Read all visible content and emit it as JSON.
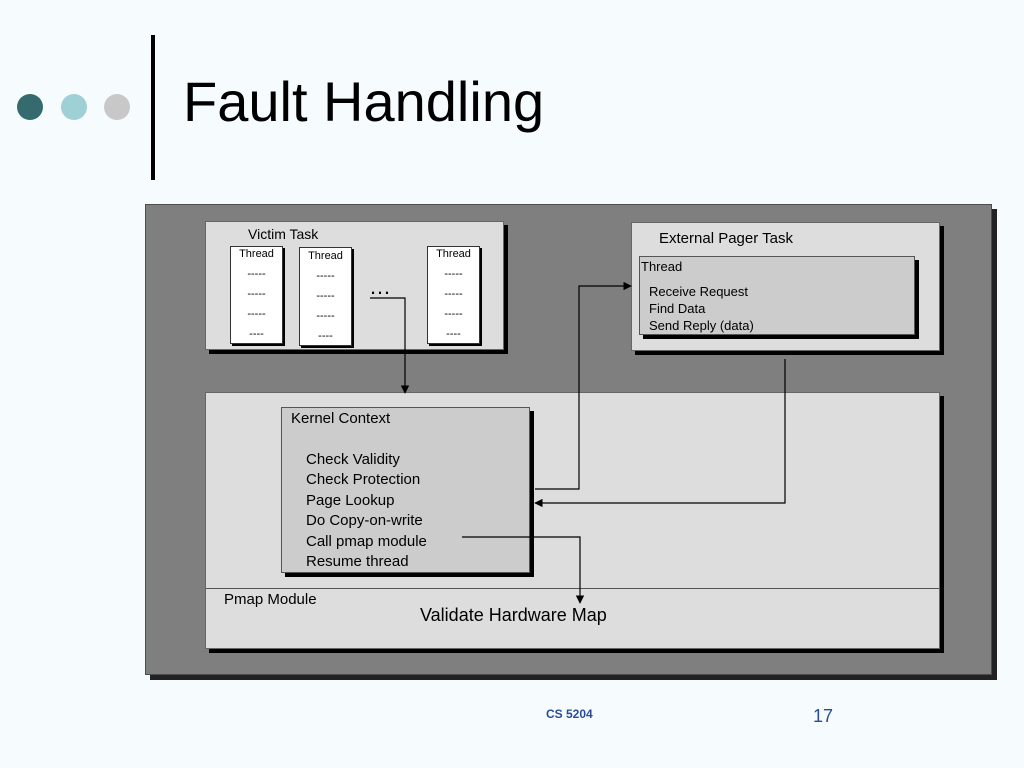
{
  "colors": {
    "dot1": "#356b6e",
    "dot2": "#9fd0d6",
    "dot3": "#c8c8c8",
    "footer": "#2a4b9b"
  },
  "slide": {
    "title": "Fault Handling",
    "footer_left": "CS 5204",
    "page_number": "17"
  },
  "diagram": {
    "victim_task": {
      "label": "Victim Task",
      "threads": [
        {
          "title": "Thread",
          "lines": [
            "-----",
            "-----",
            "-----",
            "----"
          ]
        },
        {
          "title": "Thread",
          "lines": [
            "-----",
            "-----",
            "-----",
            "----"
          ]
        },
        {
          "title": "Thread",
          "lines": [
            "-----",
            "-----",
            "-----",
            "----"
          ]
        }
      ],
      "ellipsis": "…"
    },
    "external_pager": {
      "label": "External Pager Task",
      "thread_label": "Thread",
      "lines": [
        "Receive Request",
        "Find Data",
        "Send Reply (data)"
      ]
    },
    "kernel": {
      "label": "Kernel Context",
      "steps": [
        "Check Validity",
        "Check Protection",
        "Page Lookup",
        "Do Copy-on-write",
        "Call pmap module",
        "Resume thread"
      ]
    },
    "pmap": {
      "label": "Pmap Module",
      "action": "Validate Hardware Map"
    }
  }
}
